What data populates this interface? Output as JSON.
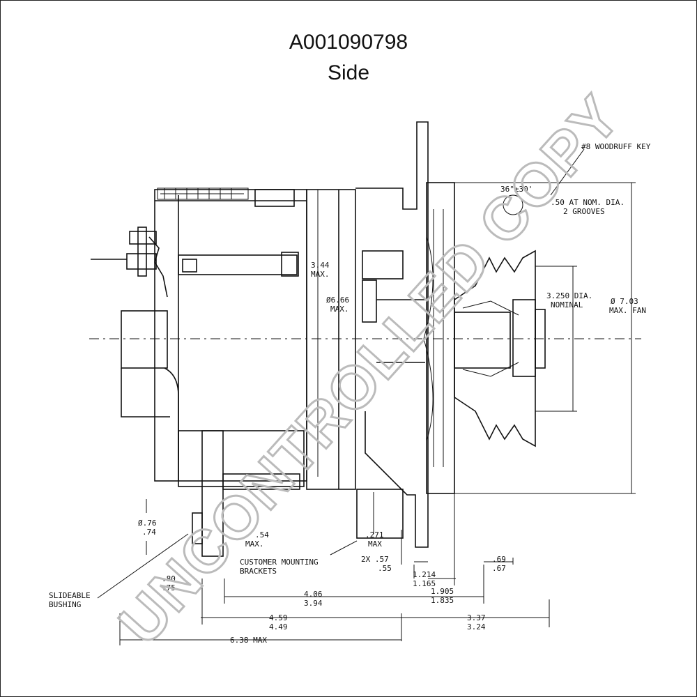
{
  "header": {
    "part_number": "A001090798",
    "view": "Side"
  },
  "watermark": "UNCONTROLLED COPY",
  "annotations": {
    "woodruff_key": "#8 WOODRUFF KEY",
    "angle": "36°±30'",
    "nom_dia_1": ".50 AT NOM. DIA.",
    "nom_dia_2": "2 GROOVES",
    "pulley_dia_1": "3.250 DIA.",
    "pulley_dia_2": "NOMINAL",
    "fan_1": "Ø 7.03",
    "fan_2": "MAX. FAN",
    "h344_1": "3.44",
    "h344_2": "MAX.",
    "d666_1": "Ø6.66",
    "d666_2": "MAX.",
    "d076_1": "Ø.76",
    "d076_2": ".74",
    "d54_1": ".54",
    "d54_2": "MAX.",
    "d271_1": ".271",
    "d271_2": "MAX",
    "bracket_1": "CUSTOMER MOUNTING",
    "bracket_2": "BRACKETS",
    "d57_1": "2X  .57",
    "d57_2": ".55",
    "d1214_1": "1.214",
    "d1214_2": "1.165",
    "d1905_1": "1.905",
    "d1905_2": "1.835",
    "d69_1": ".69",
    "d69_2": ".67",
    "d80_1": ".80",
    "d80_2": ".75",
    "bushing_1": "SLIDEABLE",
    "bushing_2": "BUSHING",
    "d406_1": "4.06",
    "d406_2": "3.94",
    "d459_1": "4.59",
    "d459_2": "4.49",
    "d337_1": "3.37",
    "d337_2": "3.24",
    "d638": "6.38 MAX"
  }
}
